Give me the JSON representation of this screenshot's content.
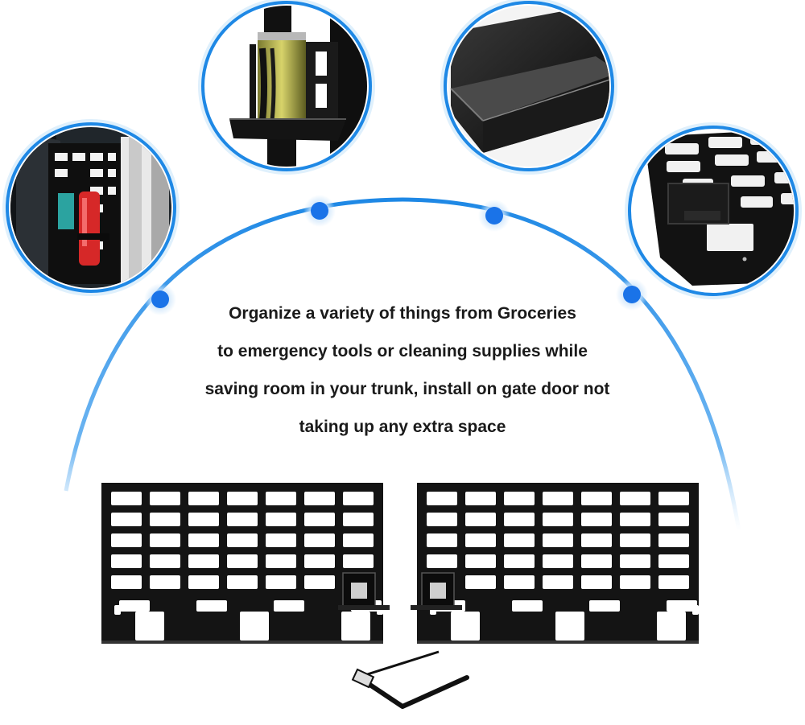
{
  "caption": {
    "lines": [
      "Organize a variety of things from Groceries",
      "to emergency tools or cleaning supplies while",
      "saving room in your trunk, install on gate door not",
      "taking up any extra space"
    ]
  },
  "colors": {
    "accent_blue": "#1a73e8",
    "ring_blue": "#1e88e5",
    "ring_glow": "#cfe6fb",
    "panel_black": "#141414",
    "background": "#ffffff"
  },
  "details": [
    {
      "name": "fire-extinguisher-detail"
    },
    {
      "name": "cup-holder-detail"
    },
    {
      "name": "bent-edge-detail"
    },
    {
      "name": "hook-accessory-detail"
    }
  ]
}
